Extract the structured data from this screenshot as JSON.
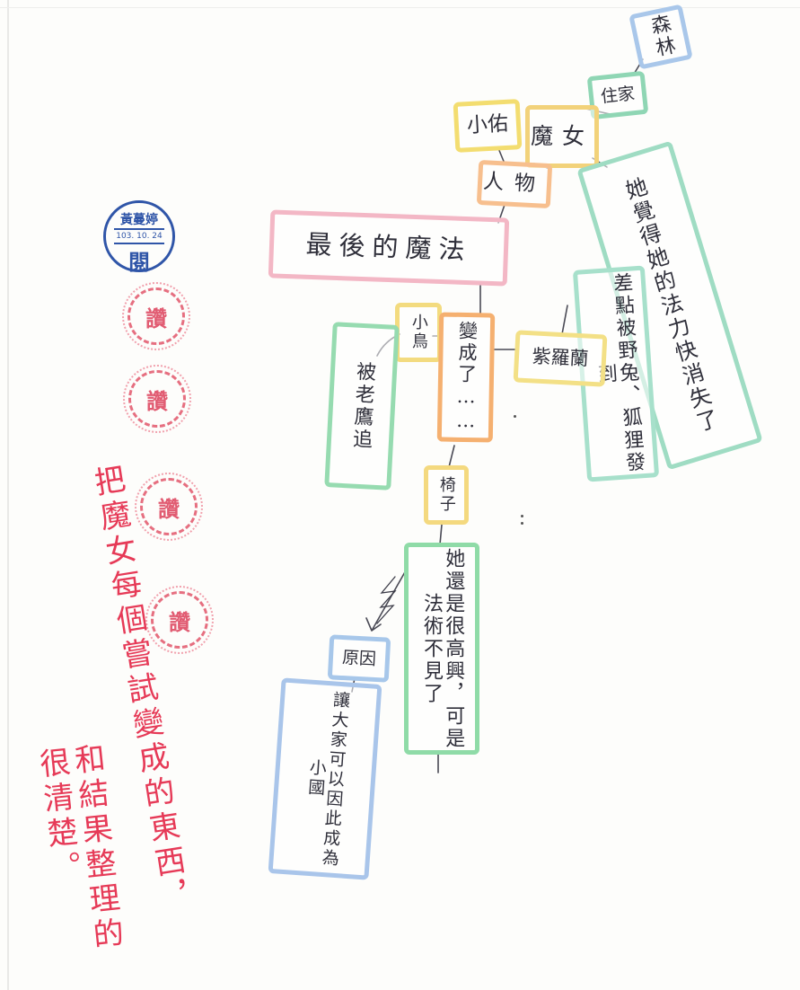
{
  "mindmap": {
    "title": "最後的魔法",
    "nodes": {
      "forest": "森林",
      "home": "住家",
      "xiaoyou": "小佑",
      "witch": "魔女",
      "characters": "人物",
      "magic_fading": "她覺得她的法力快消失了",
      "almost_caught": "差點被野兔、狐狸發到",
      "little_bird": "小鳥",
      "chased_by_eagle": "被老鷹追",
      "became": "變成了……",
      "violet": "紫羅蘭",
      "chair": "椅子",
      "still_happy": "她還是很高興，可是法術不見了",
      "reason": "原因",
      "made_peace": "讓大家可以因此成為小國"
    }
  },
  "stamps": {
    "teacher_name": "黃蔓婷",
    "date": "103. 10. 24",
    "read_mark": "閱",
    "praise_mark": "讚"
  },
  "teacher_comment": {
    "line1": "把魔女每個嘗試變成的東西，",
    "line2": "和結果整理的很清楚。"
  }
}
